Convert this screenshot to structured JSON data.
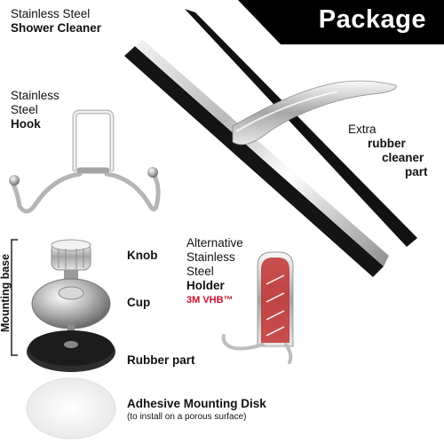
{
  "banner": {
    "text": "Package"
  },
  "labels": {
    "shower_cleaner": {
      "line1": "Stainless Steel",
      "line2": "Shower Cleaner"
    },
    "hook": {
      "line1": "Stainless",
      "line2": "Steel",
      "line3": "Hook"
    },
    "extra_rubber": {
      "line1": "Extra",
      "line2": "rubber",
      "line3": "cleaner",
      "line4": "part"
    },
    "mounting_base": "Mounting base",
    "knob": "Knob",
    "cup": "Cup",
    "rubber_part": "Rubber part",
    "holder": {
      "line1": "Alternative",
      "line2": "Stainless",
      "line3": "Steel",
      "line4": "Holder",
      "line5": "3M VHB™"
    },
    "adhesive": {
      "line1": "Adhesive Mounting Disk",
      "line2": "(to install on a porous surface)"
    }
  },
  "colors": {
    "banner": "#000000",
    "accent_red": "#c8102e",
    "text": "#111111",
    "tape_red": "#c33333"
  },
  "icons": [
    "squeegee-image",
    "spare-rubber-blade-image",
    "double-hook-image",
    "knob-image",
    "suction-cup-image",
    "rubber-disk-image",
    "adhesive-disk-image",
    "vhb-holder-image"
  ]
}
